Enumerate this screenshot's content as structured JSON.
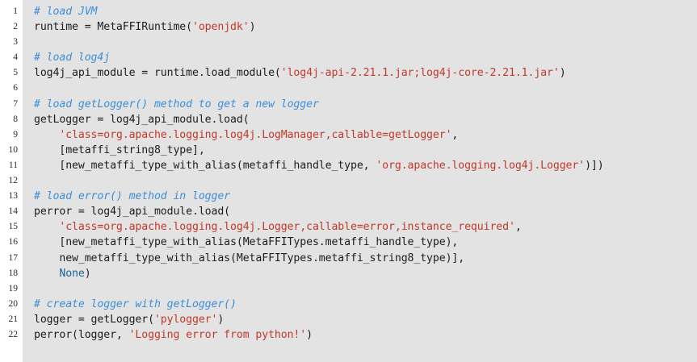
{
  "editor": {
    "language": "python",
    "background_color": "#e3e3e3",
    "gutter_background_color": "#ffffff",
    "text_color": "#1c1c1c",
    "comment_color": "#3d8ed6",
    "string_color": "#c0392b",
    "keyword_color": "#1a6496",
    "line_count": 22,
    "line_numbers": [
      "1",
      "2",
      "3",
      "4",
      "5",
      "6",
      "7",
      "8",
      "9",
      "10",
      "11",
      "12",
      "13",
      "14",
      "15",
      "16",
      "17",
      "18",
      "19",
      "20",
      "21",
      "22"
    ],
    "lines": [
      {
        "number": "1",
        "tokens": [
          {
            "t": "comment",
            "s": "# load JVM"
          }
        ]
      },
      {
        "number": "2",
        "tokens": [
          {
            "t": "plain",
            "s": "runtime = MetaFFIRuntime("
          },
          {
            "t": "string",
            "s": "'openjdk'"
          },
          {
            "t": "plain",
            "s": ")"
          }
        ]
      },
      {
        "number": "3",
        "tokens": []
      },
      {
        "number": "4",
        "tokens": [
          {
            "t": "comment",
            "s": "# load log4j"
          }
        ]
      },
      {
        "number": "5",
        "tokens": [
          {
            "t": "plain",
            "s": "log4j_api_module = runtime.load_module("
          },
          {
            "t": "string",
            "s": "'log4j-api-2.21.1.jar;log4j-core-2.21.1.jar'"
          },
          {
            "t": "plain",
            "s": ")"
          }
        ]
      },
      {
        "number": "6",
        "tokens": []
      },
      {
        "number": "7",
        "tokens": [
          {
            "t": "comment",
            "s": "# load getLogger() method to get a new logger"
          }
        ]
      },
      {
        "number": "8",
        "tokens": [
          {
            "t": "plain",
            "s": "getLogger = log4j_api_module.load("
          }
        ]
      },
      {
        "number": "9",
        "tokens": [
          {
            "t": "plain",
            "s": "    "
          },
          {
            "t": "string",
            "s": "'class=org.apache.logging.log4j.LogManager,callable=getLogger'"
          },
          {
            "t": "plain",
            "s": ","
          }
        ]
      },
      {
        "number": "10",
        "tokens": [
          {
            "t": "plain",
            "s": "    [metaffi_string8_type],"
          }
        ]
      },
      {
        "number": "11",
        "tokens": [
          {
            "t": "plain",
            "s": "    [new_metaffi_type_with_alias(metaffi_handle_type, "
          },
          {
            "t": "string",
            "s": "'org.apache.logging.log4j.Logger'"
          },
          {
            "t": "plain",
            "s": ")])"
          }
        ]
      },
      {
        "number": "12",
        "tokens": []
      },
      {
        "number": "13",
        "tokens": [
          {
            "t": "comment",
            "s": "# load error() method in logger"
          }
        ]
      },
      {
        "number": "14",
        "tokens": [
          {
            "t": "plain",
            "s": "perror = log4j_api_module.load("
          }
        ]
      },
      {
        "number": "15",
        "tokens": [
          {
            "t": "plain",
            "s": "    "
          },
          {
            "t": "string",
            "s": "'class=org.apache.logging.log4j.Logger,callable=error,instance_required'"
          },
          {
            "t": "plain",
            "s": ","
          }
        ]
      },
      {
        "number": "16",
        "tokens": [
          {
            "t": "plain",
            "s": "    [new_metaffi_type_with_alias(MetaFFITypes.metaffi_handle_type),"
          }
        ]
      },
      {
        "number": "17",
        "tokens": [
          {
            "t": "plain",
            "s": "    new_metaffi_type_with_alias(MetaFFITypes.metaffi_string8_type)],"
          }
        ]
      },
      {
        "number": "18",
        "tokens": [
          {
            "t": "plain",
            "s": "    "
          },
          {
            "t": "keyword",
            "s": "None"
          },
          {
            "t": "plain",
            "s": ")"
          }
        ]
      },
      {
        "number": "19",
        "tokens": []
      },
      {
        "number": "20",
        "tokens": [
          {
            "t": "comment",
            "s": "# create logger with getLogger()"
          }
        ]
      },
      {
        "number": "21",
        "tokens": [
          {
            "t": "plain",
            "s": "logger = getLogger("
          },
          {
            "t": "string",
            "s": "'pylogger'"
          },
          {
            "t": "plain",
            "s": ")"
          }
        ]
      },
      {
        "number": "22",
        "tokens": [
          {
            "t": "plain",
            "s": "perror(logger, "
          },
          {
            "t": "string",
            "s": "'Logging error from python!'"
          },
          {
            "t": "plain",
            "s": ")"
          }
        ]
      }
    ]
  }
}
